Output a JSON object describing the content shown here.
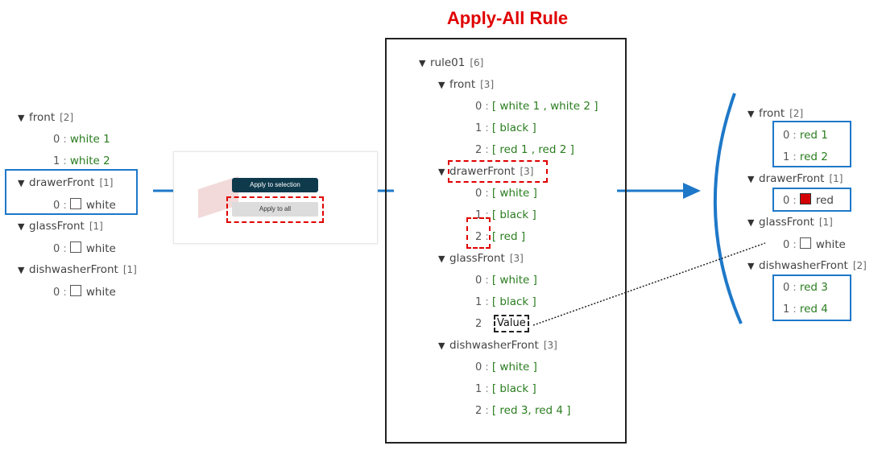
{
  "title": "Apply-All Rule",
  "left": {
    "front_key": "front",
    "front_count": "[2]",
    "front_items": [
      {
        "idx": "0",
        "val": "white 1"
      },
      {
        "idx": "1",
        "val": "white 2"
      }
    ],
    "drawer_key": "drawerFront",
    "drawer_count": "[1]",
    "drawer_item": {
      "idx": "0",
      "val": "white"
    },
    "glass_key": "glassFront",
    "glass_count": "[1]",
    "glass_item": {
      "idx": "0",
      "val": "white"
    },
    "dish_key": "dishwasherFront",
    "dish_count": "[1]",
    "dish_item": {
      "idx": "0",
      "val": "white"
    }
  },
  "buttons": {
    "apply_selection": "Apply to selection",
    "apply_all": "Apply to all"
  },
  "center": {
    "root_key": "rule01",
    "root_count": "[6]",
    "front_key": "front",
    "front_count": "[3]",
    "front_items": [
      {
        "idx": "0",
        "val": "[ white 1 , white 2 ]"
      },
      {
        "idx": "1",
        "val": "[ black ]"
      },
      {
        "idx": "2",
        "val": "[ red 1 , red 2 ]"
      }
    ],
    "drawer_key": "drawerFront",
    "drawer_count": "[3]",
    "drawer_items": [
      {
        "idx": "0",
        "val": "[ white ]"
      },
      {
        "idx": "1",
        "val": "[ black ]"
      },
      {
        "idx": "2",
        "val": "[ red ]"
      }
    ],
    "glass_key": "glassFront",
    "glass_count": "[3]",
    "glass_items": [
      {
        "idx": "0",
        "val": "[ white ]"
      },
      {
        "idx": "1",
        "val": "[ black ]"
      },
      {
        "idx": "2",
        "val": "Value"
      }
    ],
    "dish_key": "dishwasherFront",
    "dish_count": "[3]",
    "dish_items": [
      {
        "idx": "0",
        "val": "[ white ]"
      },
      {
        "idx": "1",
        "val": "[ black ]"
      },
      {
        "idx": "2",
        "val": "[ red 3, red 4 ]"
      }
    ]
  },
  "right": {
    "front_key": "front",
    "front_count": "[2]",
    "front_items": [
      {
        "idx": "0",
        "val": "red 1"
      },
      {
        "idx": "1",
        "val": "red 2"
      }
    ],
    "drawer_key": "drawerFront",
    "drawer_count": "[1]",
    "drawer_item": {
      "idx": "0",
      "val": "red"
    },
    "glass_key": "glassFront",
    "glass_count": "[1]",
    "glass_item": {
      "idx": "0",
      "val": "white"
    },
    "dish_key": "dishwasherFront",
    "dish_count": "[2]",
    "dish_items": [
      {
        "idx": "0",
        "val": "red 3"
      },
      {
        "idx": "1",
        "val": "red 4"
      }
    ]
  },
  "colors": {
    "accent_blue": "#1e78c8",
    "title_red": "#e00000",
    "value_green": "#2a7d1f",
    "button_dark": "#0e3a4c",
    "swatch_red": "#d40000"
  },
  "icons": {
    "expand": "triangle-down-icon",
    "checkbox": "checkbox-icon",
    "arrow": "arrow-right-icon"
  }
}
